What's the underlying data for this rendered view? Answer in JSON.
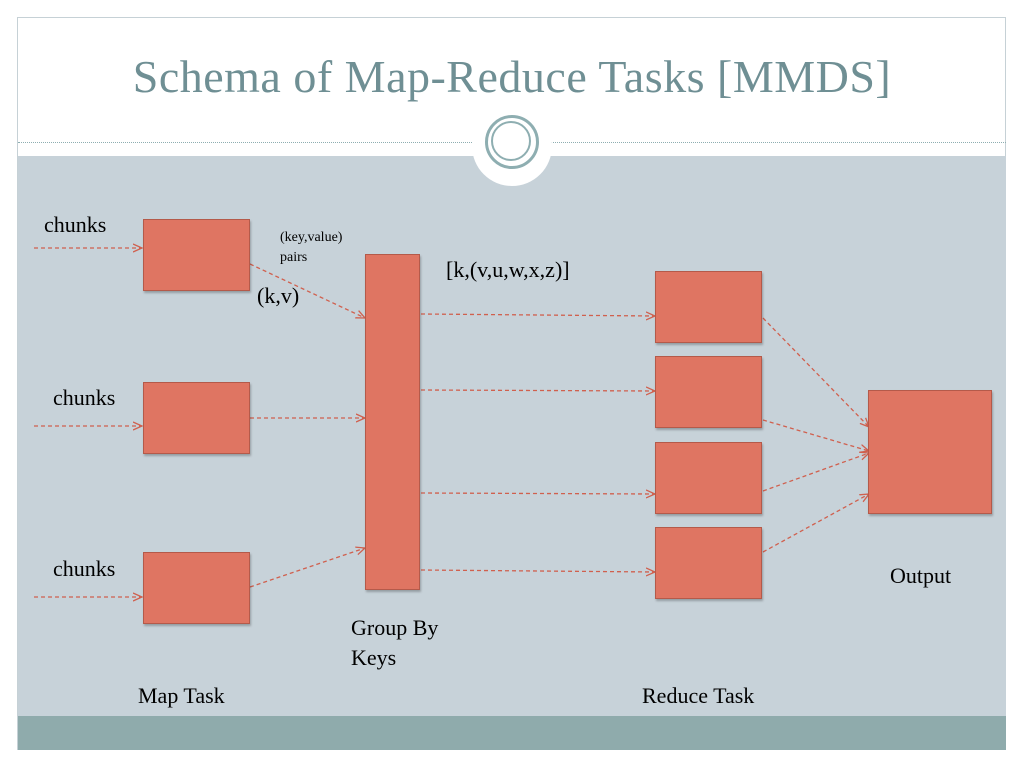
{
  "title": "Schema of Map-Reduce Tasks [MMDS]",
  "labels": {
    "chunks": [
      "chunks",
      "chunks",
      "chunks"
    ],
    "kv_pairs_line1": "(key,value)",
    "kv_pairs_line2": "pairs",
    "kv": "(k,v)",
    "grouped": "[k,(v,u,w,x,z)]",
    "group_by_line1": "Group By",
    "group_by_line2": "Keys",
    "output": "Output",
    "map_task": "Map Task",
    "reduce_task": "Reduce Task"
  },
  "colors": {
    "box_fill": "#df7562",
    "box_border": "#b45a4a",
    "arrow": "#d0604e",
    "title": "#6f8f94",
    "panel": "#c7d2d9",
    "footer": "#8fabac"
  },
  "diagram": {
    "map_tasks": 3,
    "reduce_tasks": 4,
    "edges": [
      [
        "chunks-1",
        "map-1"
      ],
      [
        "chunks-2",
        "map-2"
      ],
      [
        "chunks-3",
        "map-3"
      ],
      [
        "map-1",
        "group-by"
      ],
      [
        "map-2",
        "group-by"
      ],
      [
        "map-3",
        "group-by"
      ],
      [
        "group-by",
        "reduce-1"
      ],
      [
        "group-by",
        "reduce-2"
      ],
      [
        "group-by",
        "reduce-3"
      ],
      [
        "group-by",
        "reduce-4"
      ],
      [
        "reduce-1",
        "output"
      ],
      [
        "reduce-2",
        "output"
      ],
      [
        "reduce-3",
        "output"
      ],
      [
        "reduce-4",
        "output"
      ]
    ]
  }
}
